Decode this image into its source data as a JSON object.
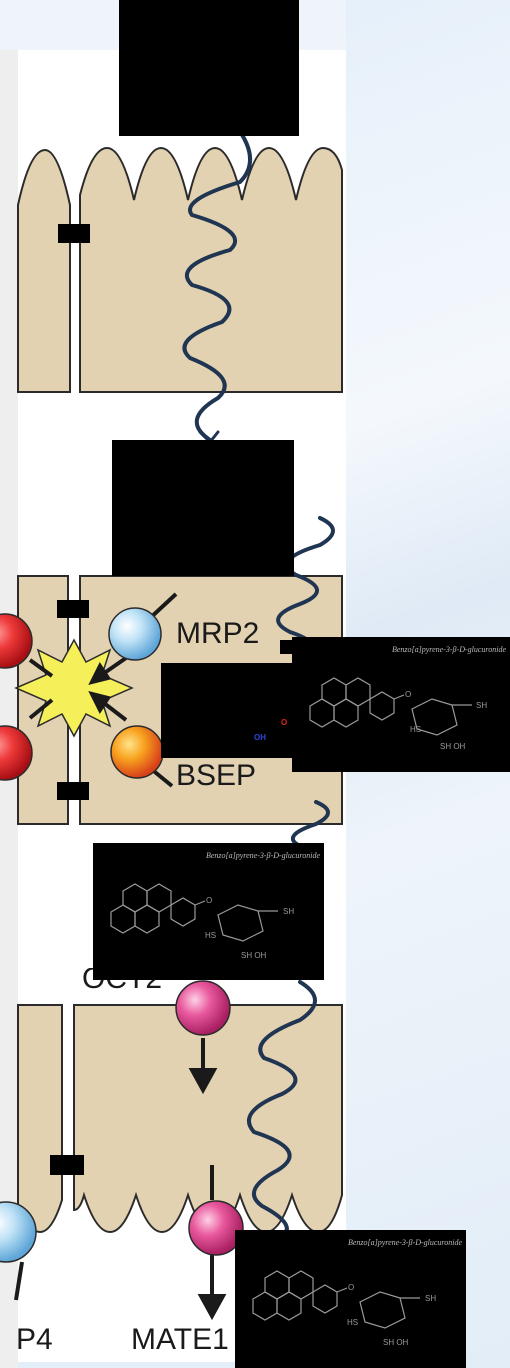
{
  "labels": {
    "mrp2": "MRP2",
    "bsep": "BSEP",
    "oct2": "OCT2",
    "mate1": "MATE1",
    "p4": "P4",
    "oh_blue": "OH",
    "oh_red": "O"
  },
  "chem_images": [
    {
      "title": "Benzo[a]pyrene-3-β-D-glucuronide"
    },
    {
      "title": "Benzo[a]pyrene-3-β-D-glucuronide"
    },
    {
      "title": "Benzo[a]pyrene-3-β-D-glucuronide"
    }
  ],
  "colors": {
    "cell_fill": "#e3d2b2",
    "cell_stroke": "#2b2b2b",
    "squiggle": "#1f3552",
    "transporter_blue": "#a8d4ef",
    "transporter_red": "#e3242b",
    "transporter_orange": "#f59a1c",
    "transporter_pink": "#e2559a",
    "star_yellow": "#f5ef5a"
  }
}
